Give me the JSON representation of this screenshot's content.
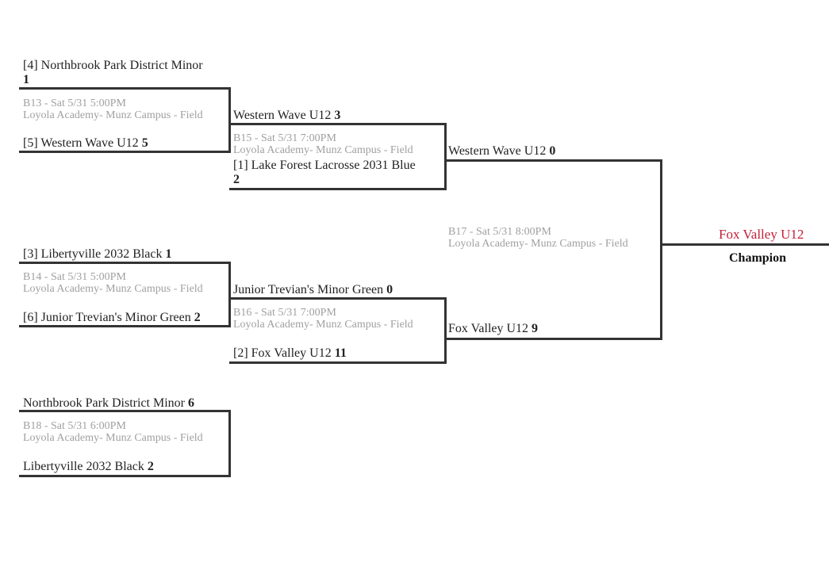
{
  "games": [
    {
      "id": "B13",
      "info_line1": "B13 - Sat 5/31 5:00PM",
      "info_line2": "Loyola Academy- Munz Campus - Field",
      "top": {
        "team": "[4] Northbrook Park District Minor",
        "score": "1"
      },
      "bottom": {
        "team": "[5] Western Wave U12",
        "score": "5"
      }
    },
    {
      "id": "B14",
      "info_line1": "B14 - Sat 5/31 5:00PM",
      "info_line2": "Loyola Academy- Munz Campus - Field",
      "top": {
        "team": "[3] Libertyville 2032 Black",
        "score": "1"
      },
      "bottom": {
        "team": "[6] Junior Trevian's Minor Green",
        "score": "2"
      }
    },
    {
      "id": "B18",
      "info_line1": "B18 - Sat 5/31 6:00PM",
      "info_line2": "Loyola Academy- Munz Campus - Field",
      "top": {
        "team": "Northbrook Park District Minor",
        "score": "6"
      },
      "bottom": {
        "team": "Libertyville 2032 Black",
        "score": "2"
      }
    },
    {
      "id": "B15",
      "info_line1": "B15 - Sat 5/31 7:00PM",
      "info_line2": "Loyola Academy- Munz Campus - Field",
      "top": {
        "team": "Western Wave U12",
        "score": "3"
      },
      "bottom": {
        "team": "[1] Lake Forest Lacrosse 2031 Blue",
        "score": "2"
      }
    },
    {
      "id": "B16",
      "info_line1": "B16 - Sat 5/31 7:00PM",
      "info_line2": "Loyola Academy- Munz Campus - Field",
      "top": {
        "team": "Junior Trevian's Minor Green",
        "score": "0"
      },
      "bottom": {
        "team": "[2] Fox Valley U12",
        "score": "11"
      }
    },
    {
      "id": "B17",
      "info_line1": "B17 - Sat 5/31 8:00PM",
      "info_line2": "Loyola Academy- Munz Campus - Field",
      "top": {
        "team": "Western Wave U12",
        "score": "0"
      },
      "bottom": {
        "team": "Fox Valley U12",
        "score": "9"
      }
    }
  ],
  "champion": {
    "team": "Fox Valley U12",
    "label": "Champion"
  },
  "colors": {
    "champion_name": "#c41e3a",
    "bracket_line": "#333333",
    "info_text": "#a0a0a0"
  }
}
